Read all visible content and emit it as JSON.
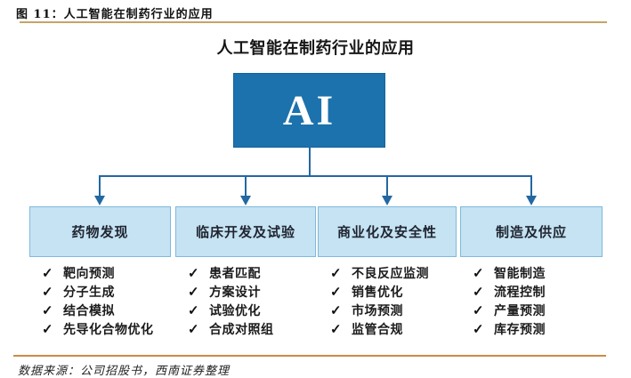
{
  "figure_header": {
    "label": "图 11：人工智能在制药行业的应用"
  },
  "diagram": {
    "title": "人工智能在制药行业的应用",
    "root_label": "AI",
    "check_glyph": "✓",
    "branches": [
      {
        "title": "药物发现",
        "items": [
          "靶向预测",
          "分子生成",
          "结合模拟",
          "先导化合物优化"
        ]
      },
      {
        "title": "临床开发及试验",
        "items": [
          "患者匹配",
          "方案设计",
          "试验优化",
          "合成对照组"
        ]
      },
      {
        "title": "商业化及安全性",
        "items": [
          "不良反应监测",
          "销售优化",
          "市场预测",
          "监管合规"
        ]
      },
      {
        "title": "制造及供应",
        "items": [
          "智能制造",
          "流程控制",
          "产量预测",
          "库存预测"
        ]
      }
    ]
  },
  "footer": {
    "source_note": "数据来源：公司招股书，西南证券整理"
  },
  "colors": {
    "accent_blue": "#1B72AD",
    "light_blue": "#C5E3F2",
    "box_border": "#7FB9DC",
    "connector": "#2268A2",
    "gold_top": "#C7A366",
    "gold_bottom": "#CC8A45",
    "text_dark": "#1b1b1b"
  }
}
